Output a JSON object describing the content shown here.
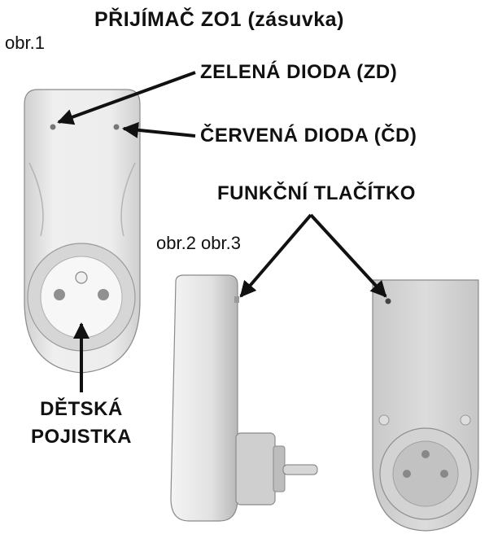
{
  "title": "PŘIJÍMAČ ZO1 (zásuvka)",
  "figure_1": "obr.1",
  "figures_2_3": "obr.2 obr.3",
  "labels": {
    "green_led": "ZELENÁ DIODA (ZD)",
    "red_led": "ČERVENÁ DIODA (ČD)",
    "function_button": "FUNKČNÍ TLAČÍTKO",
    "child_safety_line1": "DĚTSKÁ",
    "child_safety_line2": "POJISTKA"
  },
  "colors": {
    "device_body": "#e6e6e6",
    "device_edge": "#8a8a8a",
    "arrow": "#111111"
  }
}
